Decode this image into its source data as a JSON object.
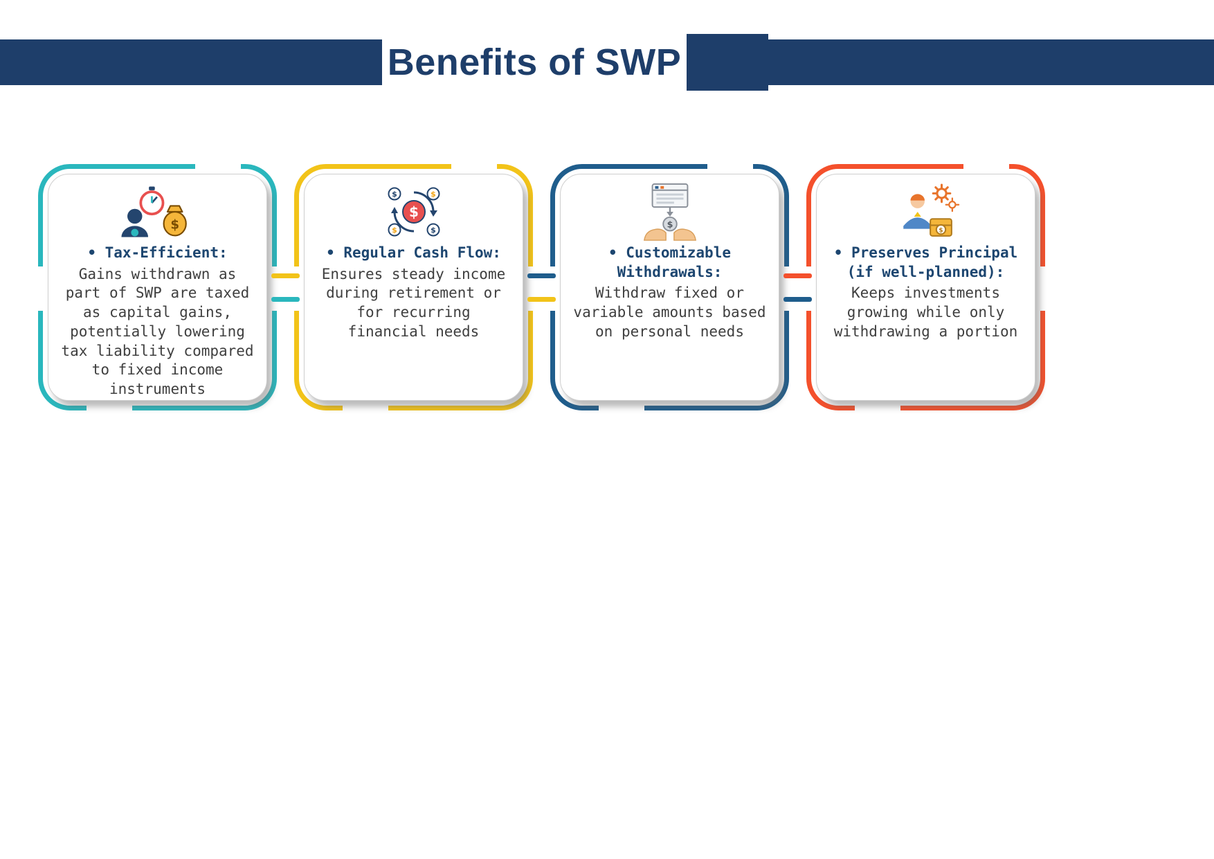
{
  "header": {
    "title": "Benefits of SWP"
  },
  "colors": {
    "banner": "#1e3e6a",
    "card-title": "#1d4670",
    "body-text": "#3f3f3f"
  },
  "cards": [
    {
      "id": "tax-efficient",
      "accent": "#2ab7bd",
      "icon": "money-bag-stopwatch-icon",
      "title": "• Tax-Efficient:",
      "body": "Gains withdrawn as part of SWP are taxed as capital gains, potentially lowering tax liability compared to fixed income instruments"
    },
    {
      "id": "regular-cash-flow",
      "accent": "#f2c319",
      "icon": "dollar-circulation-icon",
      "title": "• Regular Cash Flow:",
      "body": "Ensures steady income during retirement or for recurring financial needs"
    },
    {
      "id": "customizable-withdrawals",
      "accent": "#1f5d8c",
      "icon": "hands-receiving-dollar-icon",
      "title": "• Customizable Withdrawals:",
      "body": "Withdraw fixed or variable amounts based on personal needs"
    },
    {
      "id": "preserves-principal",
      "accent": "#f4502c",
      "icon": "person-gears-savings-icon",
      "title": "• Preserves Principal (if well-planned):",
      "body": "Keeps investments growing while only withdrawing a portion"
    }
  ]
}
